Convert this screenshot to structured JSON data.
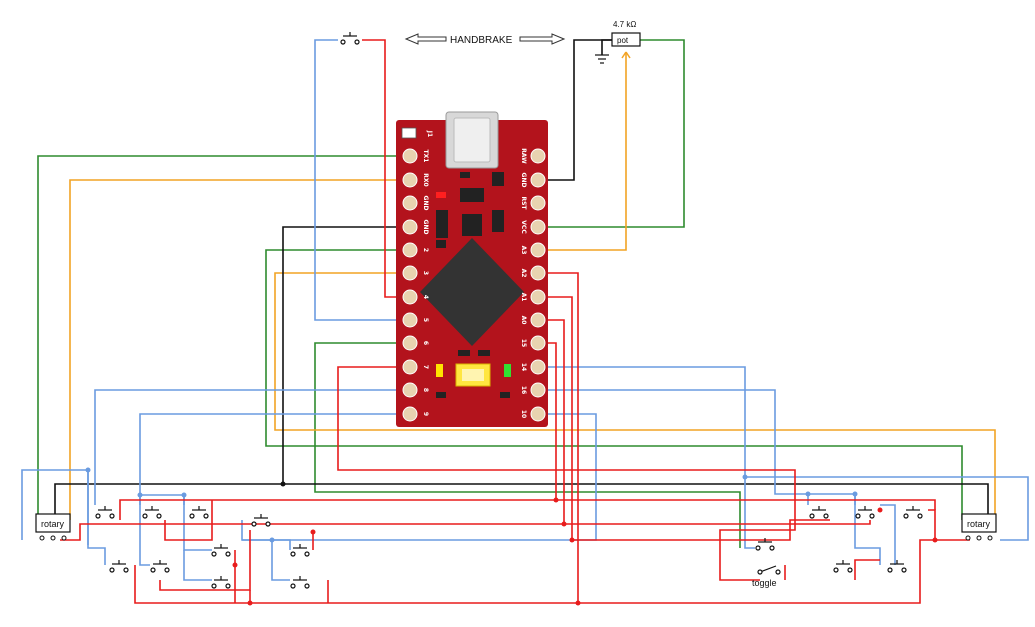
{
  "title": "HANDBRAKE",
  "pot": {
    "value": "4.7 kΩ",
    "label": "pot"
  },
  "rotary_label": "rotary",
  "toggle_label": "toggle",
  "board": {
    "header_label": "J1",
    "left_pins": [
      "TX1",
      "RX0",
      "GND",
      "GND",
      "2",
      "3",
      "4",
      "5",
      "6",
      "7",
      "8",
      "9"
    ],
    "right_pins": [
      "RAW",
      "GND",
      "RST",
      "VCC",
      "A3",
      "A2",
      "A1",
      "A0",
      "15",
      "14",
      "16",
      "10"
    ]
  },
  "colors": {
    "red": "#e81c1c",
    "blue": "#6a9be0",
    "green": "#2e8b2e",
    "orange": "#f2a324",
    "black": "#111111",
    "board": "#b3131c"
  }
}
